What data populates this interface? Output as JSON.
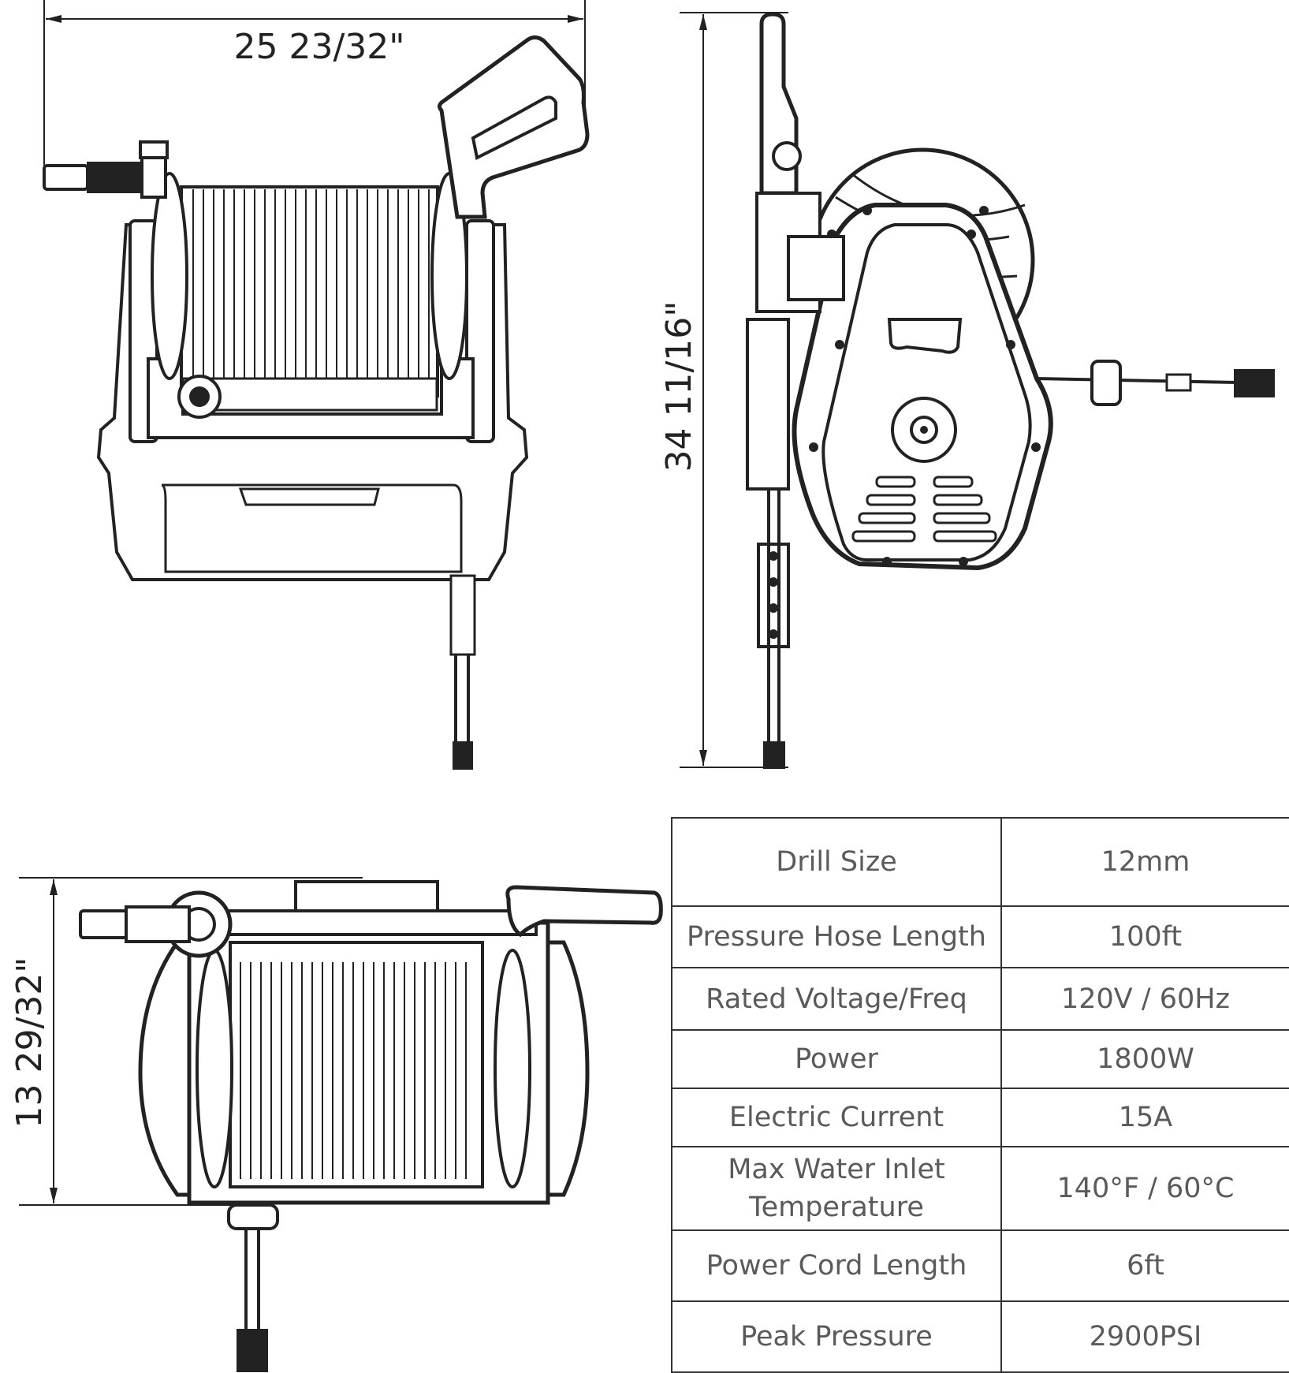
{
  "dimensions": {
    "width_label": "25 23/32\"",
    "height_label": "34 11/16\"",
    "depth_label": "13 29/32\""
  },
  "specs": [
    {
      "label": "Drill Size",
      "value": "12mm"
    },
    {
      "label": "Pressure Hose Length",
      "value": "100ft"
    },
    {
      "label": "Rated Voltage/Freq",
      "value": "120V / 60Hz"
    },
    {
      "label": "Power",
      "value": "1800W"
    },
    {
      "label": "Electric Current",
      "value": "15A"
    },
    {
      "label": "Max Water Inlet Temperature",
      "value": "140°F / 60°C"
    },
    {
      "label": "Power Cord Length",
      "value": "6ft"
    },
    {
      "label": "Peak Pressure",
      "value": "2900PSI"
    }
  ]
}
